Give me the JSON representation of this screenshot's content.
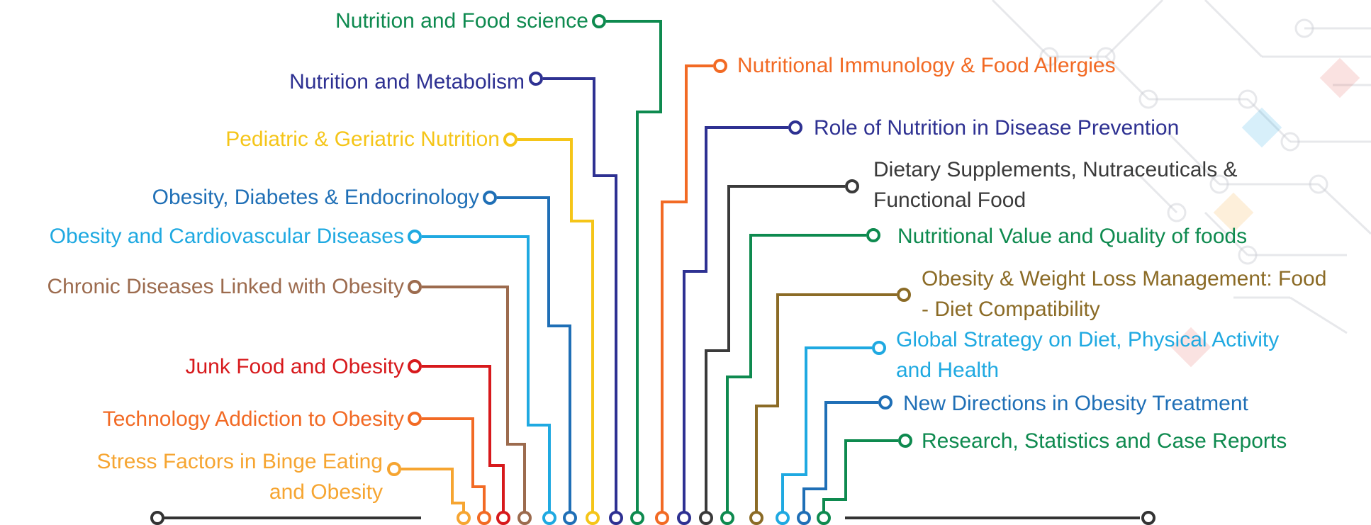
{
  "colors": {
    "baseline": "#333333",
    "green": "#0E8A4F",
    "navy": "#2E3192",
    "yellow": "#F5C518",
    "blue": "#1F6FB6",
    "sky": "#1FA9E1",
    "brown": "#9C6B4E",
    "red": "#D7191C",
    "orange": "#F26A24",
    "amber": "#F6A531",
    "dark": "#3A3A3A",
    "olive": "#8B6B26"
  },
  "topics_left": [
    {
      "id": "nutrition-food-science",
      "lines": [
        "Nutrition and Food science"
      ],
      "color": "green",
      "icon": "ring-node-icon"
    },
    {
      "id": "nutrition-metabolism",
      "lines": [
        "Nutrition and Metabolism"
      ],
      "color": "navy",
      "icon": "ring-node-icon"
    },
    {
      "id": "pediatric-geriatric",
      "lines": [
        "Pediatric & Geriatric Nutrition"
      ],
      "color": "yellow",
      "icon": "ring-node-icon"
    },
    {
      "id": "obesity-diabetes",
      "lines": [
        "Obesity, Diabetes & Endocrinology"
      ],
      "color": "blue",
      "icon": "ring-node-icon"
    },
    {
      "id": "obesity-cardio",
      "lines": [
        "Obesity and Cardiovascular Diseases"
      ],
      "color": "sky",
      "icon": "ring-node-icon"
    },
    {
      "id": "chronic-diseases",
      "lines": [
        "Chronic Diseases Linked with Obesity"
      ],
      "color": "brown",
      "icon": "ring-node-icon"
    },
    {
      "id": "junk-food",
      "lines": [
        "Junk Food and Obesity"
      ],
      "color": "red",
      "icon": "ring-node-icon"
    },
    {
      "id": "technology-addiction",
      "lines": [
        "Technology Addiction to Obesity"
      ],
      "color": "orange",
      "icon": "ring-node-icon"
    },
    {
      "id": "stress-factors",
      "lines": [
        "Stress Factors in Binge Eating",
        "and Obesity"
      ],
      "color": "amber",
      "icon": "ring-node-icon"
    }
  ],
  "topics_right": [
    {
      "id": "nutritional-immunology",
      "lines": [
        "Nutritional Immunology & Food Allergies"
      ],
      "color": "orange",
      "icon": "ring-node-icon"
    },
    {
      "id": "role-nutrition-disease",
      "lines": [
        "Role of Nutrition in Disease Prevention"
      ],
      "color": "navy",
      "icon": "ring-node-icon"
    },
    {
      "id": "dietary-supplements",
      "lines": [
        "Dietary Supplements, Nutraceuticals &",
        "Functional Food"
      ],
      "color": "dark",
      "icon": "ring-node-icon"
    },
    {
      "id": "nutritional-value",
      "lines": [
        "Nutritional Value and Quality of foods"
      ],
      "color": "green",
      "icon": "ring-node-icon"
    },
    {
      "id": "weight-loss",
      "lines": [
        "Obesity & Weight Loss Management: Food",
        "- Diet Compatibility"
      ],
      "color": "olive",
      "icon": "ring-node-icon"
    },
    {
      "id": "global-strategy",
      "lines": [
        "Global Strategy on Diet, Physical Activity",
        "and Health"
      ],
      "color": "sky",
      "icon": "ring-node-icon"
    },
    {
      "id": "new-directions",
      "lines": [
        "New Directions in Obesity Treatment"
      ],
      "color": "blue",
      "icon": "ring-node-icon"
    },
    {
      "id": "research-statistics",
      "lines": [
        "Research, Statistics and Case Reports"
      ],
      "color": "green",
      "icon": "ring-node-icon"
    }
  ]
}
